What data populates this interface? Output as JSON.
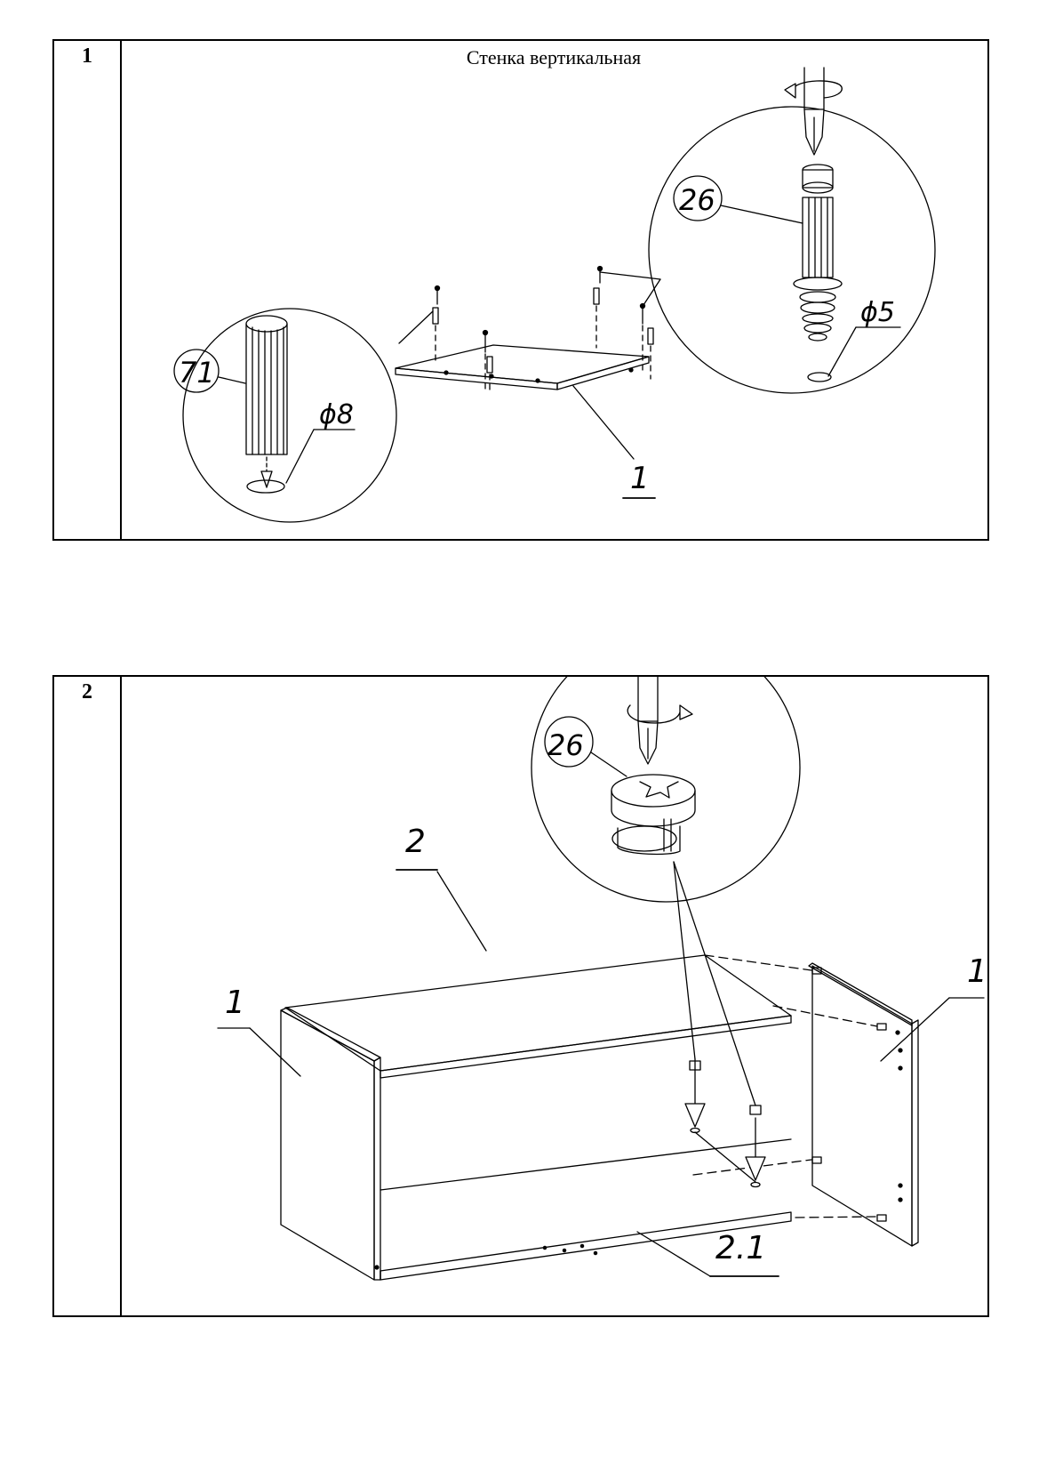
{
  "steps": [
    {
      "number": "1",
      "caption": "Стенка вертикальная",
      "labels": {
        "part_wall": "1",
        "detail_dowel": "71",
        "dowel_hole": "ϕ8",
        "detail_eccentric_pin": "26",
        "pin_hole": "ϕ5"
      },
      "icons": [
        "dowel-icon",
        "eccentric-pin-icon",
        "screwdriver-icon",
        "rotation-arrow-icon"
      ]
    },
    {
      "number": "2",
      "caption": "",
      "labels": {
        "part_top": "2",
        "part_left_wall": "1",
        "part_right_wall": "1",
        "part_shelf": "2.1",
        "detail_cam_lock": "26"
      },
      "icons": [
        "cam-lock-icon",
        "screwdriver-icon",
        "rotation-arrow-icon"
      ]
    }
  ]
}
